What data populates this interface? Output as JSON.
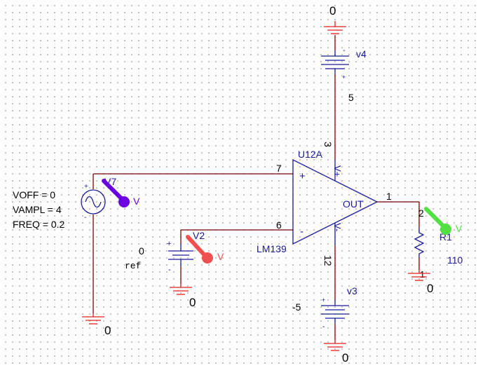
{
  "opamp": {
    "ref": "U12A",
    "part": "LM139",
    "plus_sign": "+",
    "minus_sign": "-",
    "out_label": "OUT",
    "vplus_label": "V+",
    "vminus_label": "V-",
    "pin_in_plus": "7",
    "pin_in_minus": "6",
    "pin_out": "1",
    "pin_vplus": "3",
    "pin_vminus": "12"
  },
  "v7": {
    "name": "V7",
    "params": [
      "VOFF = 0",
      "VAMPL = 4",
      "FREQ = 0.2"
    ],
    "plus_sign": "+",
    "minus_sign": "-"
  },
  "v2": {
    "name": "V2",
    "value": "0",
    "ref_text": "ref",
    "plus_sign": "+",
    "minus_sign": "-"
  },
  "v4": {
    "name": "v4",
    "node": "5",
    "plus_sign": "+",
    "minus_sign": "-"
  },
  "v3": {
    "name": "v3",
    "value": "-5",
    "plus_sign": "+",
    "minus_sign": "-"
  },
  "r1": {
    "name": "R1",
    "value": "110",
    "pin_top": "2",
    "pin_bottom": "1"
  },
  "grounds": {
    "top": "0",
    "v7": "0",
    "v2": "0",
    "v3": "0",
    "r1": "0"
  },
  "probes": [
    {
      "label": "V",
      "color": "#6a00e0"
    },
    {
      "label": "V",
      "color": "#f05050"
    },
    {
      "label": "V",
      "color": "#50e040"
    }
  ]
}
